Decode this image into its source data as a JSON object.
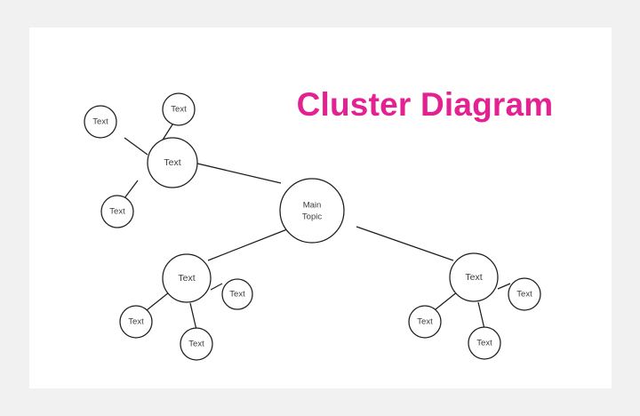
{
  "canvas": {
    "background_color": "#ffffff",
    "outer_background_color": "#f1f1f1"
  },
  "title": {
    "text": "Cluster Diagram",
    "color": "#e32190"
  },
  "diagram": {
    "type": "cluster-diagram",
    "node_fill": "#ffffff",
    "node_stroke": "#1c1c1c",
    "label_color": "#3b3b3b",
    "root": {
      "id": "root",
      "label_line1": "Main",
      "label_line2": "Topic",
      "label": "Main Topic"
    },
    "clusters": [
      {
        "id": "cluster-top-left",
        "hub_label": "Text",
        "satellites": [
          {
            "id": "tl-sat-left",
            "label": "Text"
          },
          {
            "id": "tl-sat-top",
            "label": "Text"
          },
          {
            "id": "tl-sat-bottom",
            "label": "Text"
          }
        ]
      },
      {
        "id": "cluster-bottom-left",
        "hub_label": "Text",
        "satellites": [
          {
            "id": "bl-sat-left",
            "label": "Text"
          },
          {
            "id": "bl-sat-bottom",
            "label": "Text"
          },
          {
            "id": "bl-sat-right",
            "label": "Text"
          }
        ]
      },
      {
        "id": "cluster-bottom-right",
        "hub_label": "Text",
        "satellites": [
          {
            "id": "br-sat-left",
            "label": "Text"
          },
          {
            "id": "br-sat-bottom",
            "label": "Text"
          },
          {
            "id": "br-sat-right",
            "label": "Text"
          }
        ]
      }
    ]
  }
}
